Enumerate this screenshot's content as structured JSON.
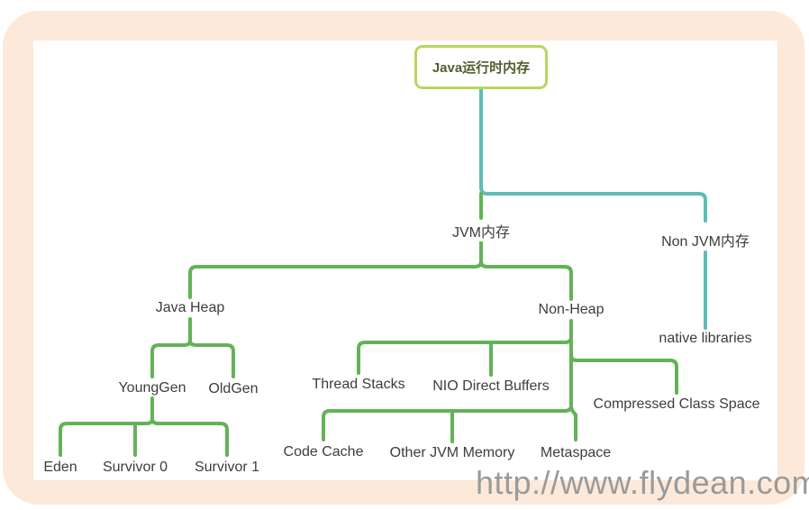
{
  "diagram": {
    "root": "Java运行时内存",
    "nodes": {
      "jvm": "JVM内存",
      "non_jvm": "Non JVM内存",
      "java_heap": "Java Heap",
      "non_heap": "Non-Heap",
      "native_libraries": "native libraries",
      "young_gen": "YoungGen",
      "old_gen": "OldGen",
      "thread_stacks": "Thread Stacks",
      "nio_direct_buffers": "NIO Direct Buffers",
      "compressed_class_space": "Compressed Class Space",
      "eden": "Eden",
      "survivor_0": "Survivor 0",
      "survivor_1": "Survivor 1",
      "code_cache": "Code Cache",
      "other_jvm_memory": "Other JVM Memory",
      "metaspace": "Metaspace"
    },
    "edges": [
      [
        "root",
        "jvm"
      ],
      [
        "root",
        "non_jvm"
      ],
      [
        "jvm",
        "java_heap"
      ],
      [
        "jvm",
        "non_heap"
      ],
      [
        "non_jvm",
        "native_libraries"
      ],
      [
        "java_heap",
        "young_gen"
      ],
      [
        "java_heap",
        "old_gen"
      ],
      [
        "young_gen",
        "eden"
      ],
      [
        "young_gen",
        "survivor_0"
      ],
      [
        "young_gen",
        "survivor_1"
      ],
      [
        "non_heap",
        "thread_stacks"
      ],
      [
        "non_heap",
        "nio_direct_buffers"
      ],
      [
        "non_heap",
        "compressed_class_space"
      ],
      [
        "non_heap",
        "code_cache"
      ],
      [
        "non_heap",
        "other_jvm_memory"
      ],
      [
        "non_heap",
        "metaspace"
      ]
    ]
  },
  "colors": {
    "frame": "#fde9d9",
    "root_border": "#b8d65c",
    "root_text": "#4f5f2c",
    "teal_branch": "#5dbdb5",
    "green_branch": "#62b356",
    "text": "#3d3d3d",
    "watermark": "#9a9a9a"
  },
  "watermark": "http://www.flydean.com"
}
